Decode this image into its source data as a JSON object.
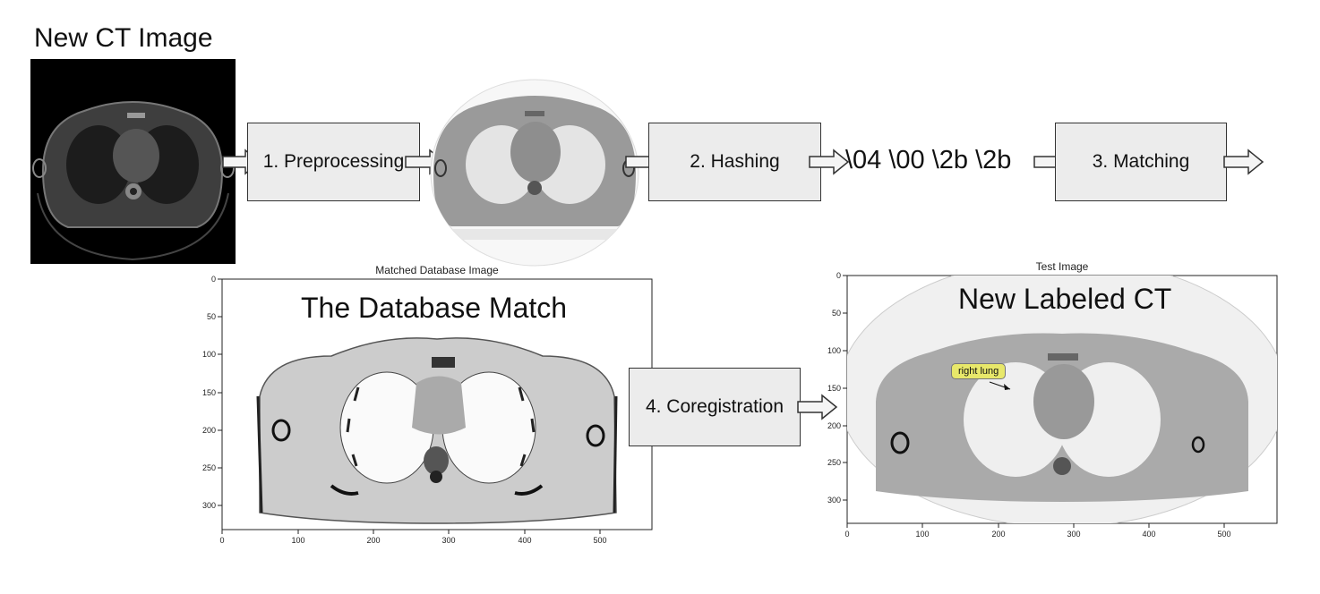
{
  "new_ct": {
    "title": "New CT Image"
  },
  "steps": {
    "preprocessing": "1. Preprocessing",
    "hashing": "2. Hashing",
    "matching": "3. Matching",
    "coregistration": "4. Coregistration"
  },
  "hash_value": "\\04 \\00 \\2b \\2b",
  "database_plot": {
    "plot_title": "Matched Database Image",
    "overlay_title": "The Database Match",
    "y_ticks": [
      "0",
      "50",
      "100",
      "150",
      "200",
      "250",
      "300"
    ],
    "x_ticks": [
      "0",
      "100",
      "200",
      "300",
      "400",
      "500"
    ]
  },
  "test_plot": {
    "plot_title": "Test Image",
    "overlay_title": "New Labeled CT",
    "annotation": "right lung",
    "y_ticks": [
      "0",
      "50",
      "100",
      "150",
      "200",
      "250",
      "300"
    ],
    "x_ticks": [
      "0",
      "100",
      "200",
      "300",
      "400",
      "500"
    ]
  }
}
